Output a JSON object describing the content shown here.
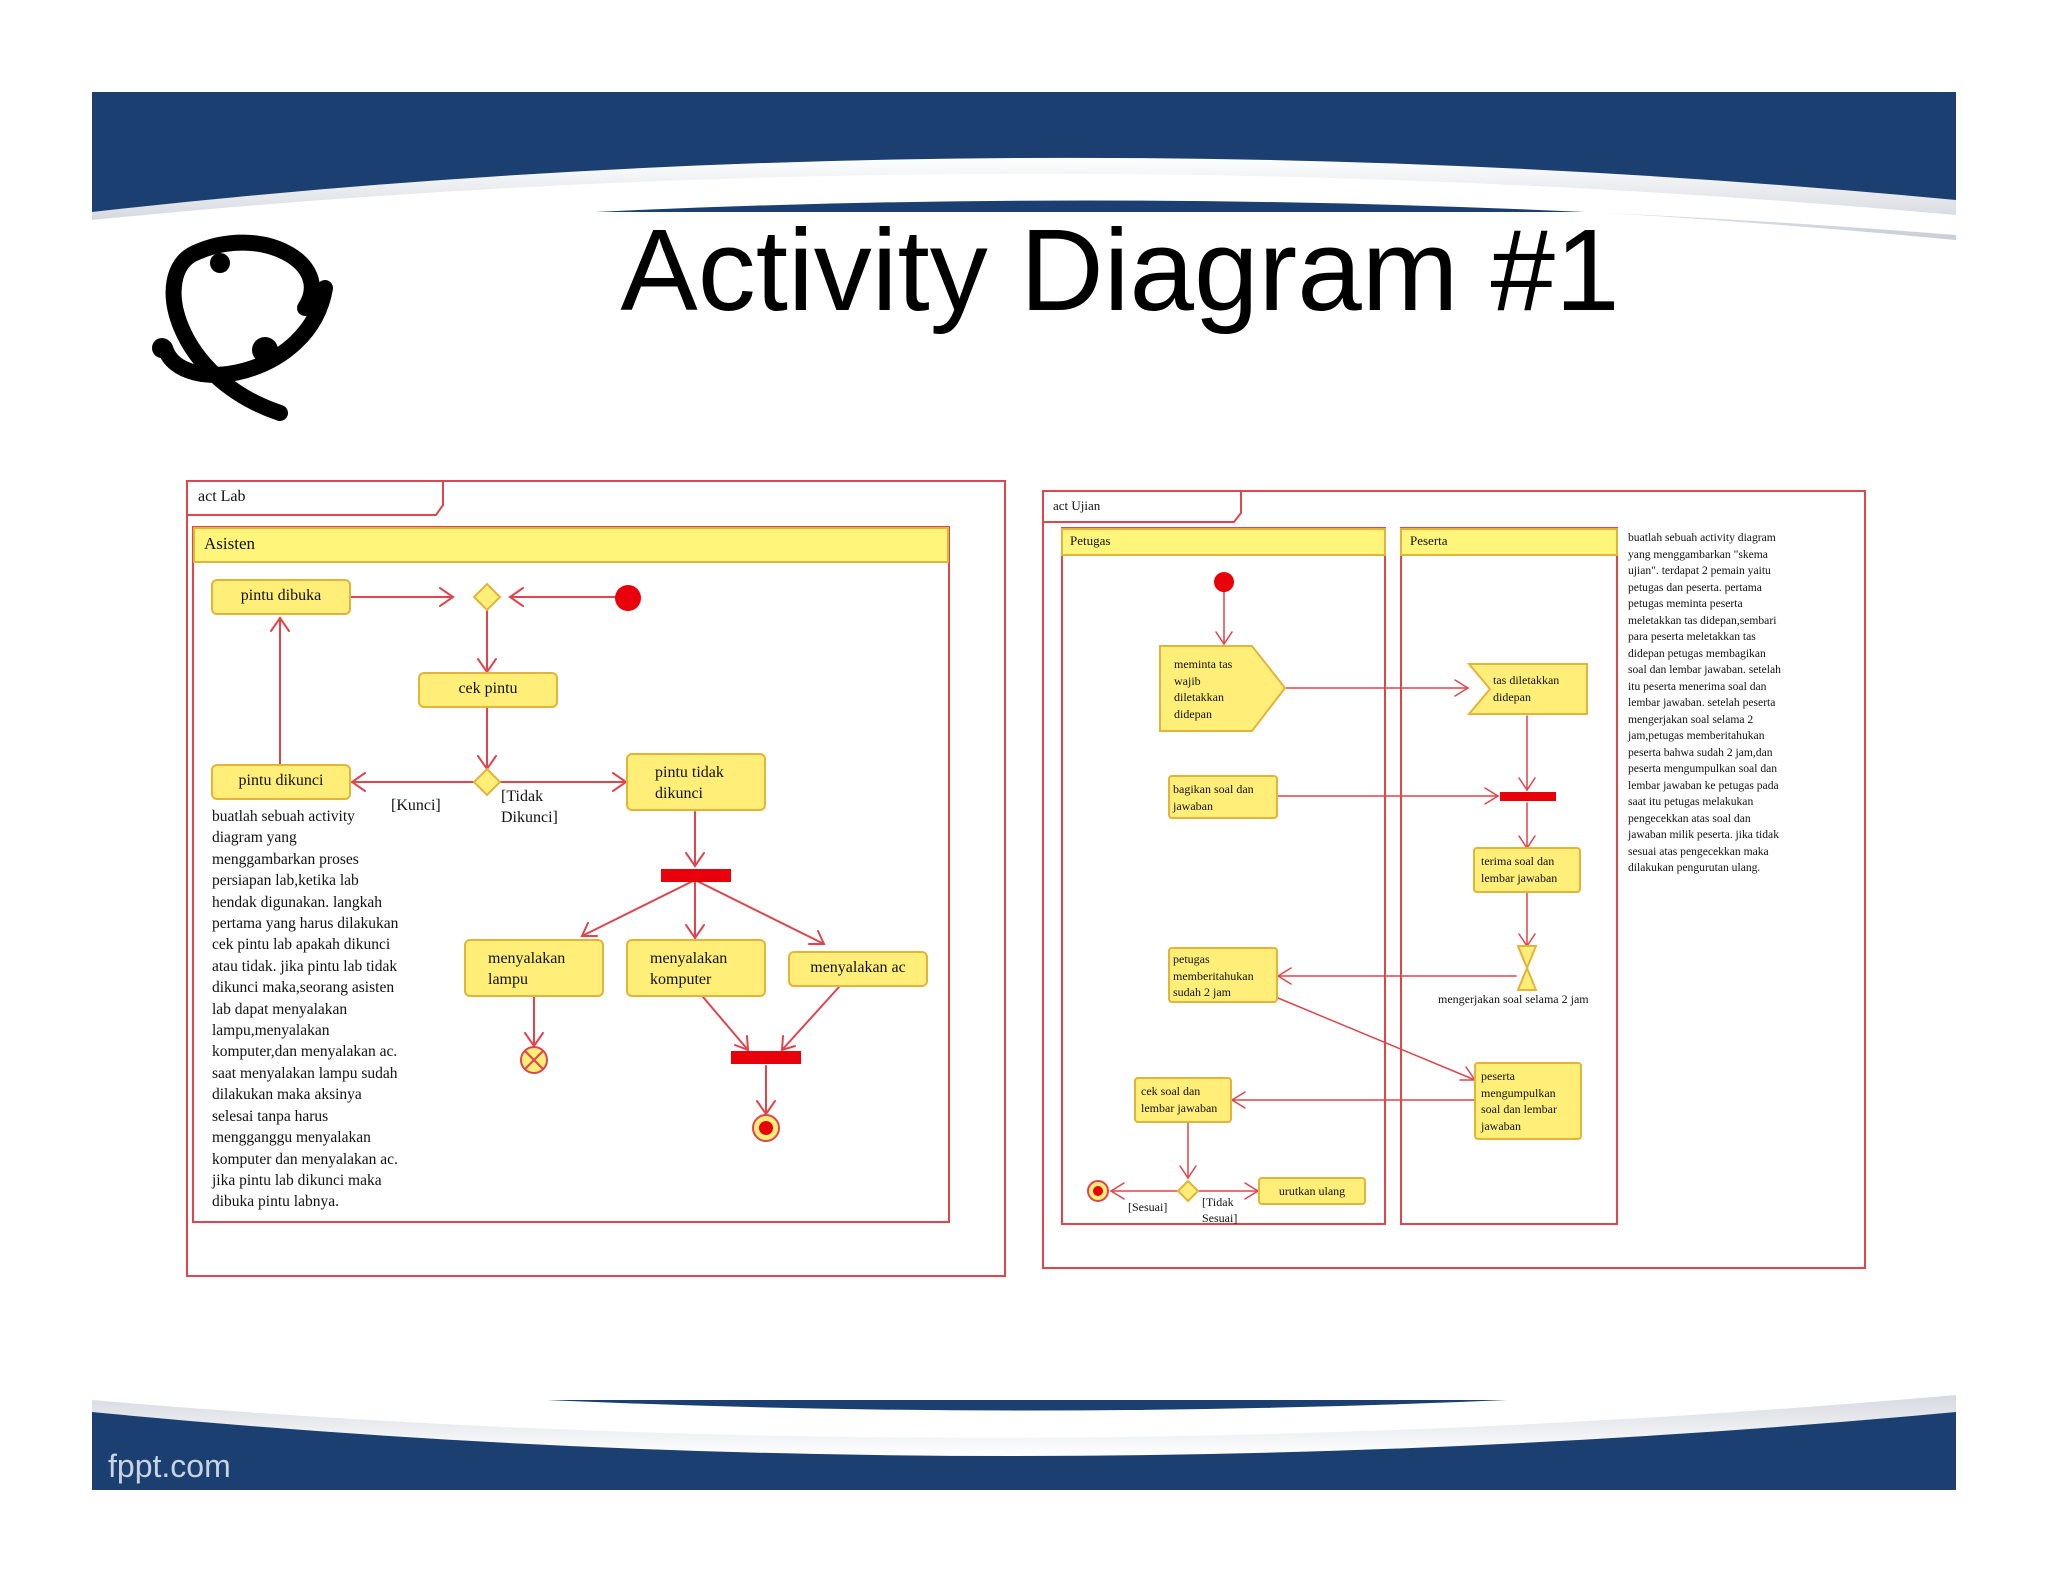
{
  "slide": {
    "title": "Activity Diagram #1",
    "footer": "fppt.com",
    "colors": {
      "band": "#1a3f70",
      "accent": "#e0444c",
      "lane_header": "#fff57a",
      "node_fill": "#ffee77",
      "node_stroke": "#e3b33a",
      "bar": "#e8000b"
    }
  },
  "diagram_lab": {
    "frame_label": "act Lab",
    "lane": "Asisten",
    "nodes": {
      "pintu_dibuka": "pintu dibuka",
      "cek_pintu": "cek pintu",
      "pintu_dikunci": "pintu dikunci",
      "pintu_tidak_dikunci": "pintu tidak\ndikunci",
      "menyalakan_lampu": "menyalakan\nlampu",
      "menyalakan_komputer": "menyalakan\nkomputer",
      "menyalakan_ac": "menyalakan ac"
    },
    "guards": {
      "kunci": "[Kunci]",
      "tidak_dikunci": "[Tidak\nDikunci]"
    },
    "note": "buatlah sebuah activity\ndiagram yang\nmenggambarkan proses\npersiapan lab,ketika lab\nhendak digunakan. langkah\npertama yang harus dilakukan\ncek pintu lab apakah dikunci\natau tidak. jika pintu lab tidak\ndikunci maka,seorang asisten\nlab dapat menyalakan\nlampu,menyalakan\nkomputer,dan menyalakan ac.\nsaat menyalakan lampu sudah\ndilakukan maka aksinya\nselesai tanpa harus\nmengganggu menyalakan\nkomputer dan menyalakan ac.\njika pintu lab dikunci maka\ndibuka pintu labnya."
  },
  "diagram_ujian": {
    "frame_label": "act Ujian",
    "lanes": [
      "Petugas",
      "Peserta"
    ],
    "nodes": {
      "meminta_tas": "meminta tas\nwajib\ndiletakkan\ndidepan",
      "tas_diletakkan": "tas diletakkan\ndidepan",
      "bagikan_soal": "bagikan soal dan\njawaban",
      "terima_soal": "terima soal dan\nlembar jawaban",
      "petugas_memberitahukan": "petugas\nmemberitahukan\nsudah 2 jam",
      "peserta_mengumpulkan": "peserta\nmengumpulkan\nsoal dan lembar\njawaban",
      "cek_soal": "cek soal dan\nlembar jawaban",
      "urutkan_ulang": "urutkan ulang"
    },
    "time_event": "mengerjakan soal selama 2 jam",
    "guards": {
      "sesuai": "[Sesuai]",
      "tidak_sesuai": "[Tidak\nSesuai]"
    },
    "note": "buatlah sebuah activity diagram\nyang menggambarkan \"skema\nujian\". terdapat 2 pemain yaitu\npetugas dan peserta. pertama\npetugas meminta peserta\nmeletakkan tas didepan,sembari\npara peserta meletakkan tas\ndidepan petugas membagikan\nsoal dan lembar jawaban. setelah\nitu peserta menerima soal dan\nlembar jawaban. setelah peserta\nmengerjakan soal selama 2\njam,petugas memberitahukan\npeserta bahwa sudah 2 jam,dan\npeserta mengumpulkan soal dan\nlembar jawaban ke petugas pada\nsaat itu petugas melakukan\npengecekkan atas soal dan\njawaban milik peserta. jika tidak\nsesuai atas pengecekkan maka\ndilakukan pengurutan ulang."
  }
}
